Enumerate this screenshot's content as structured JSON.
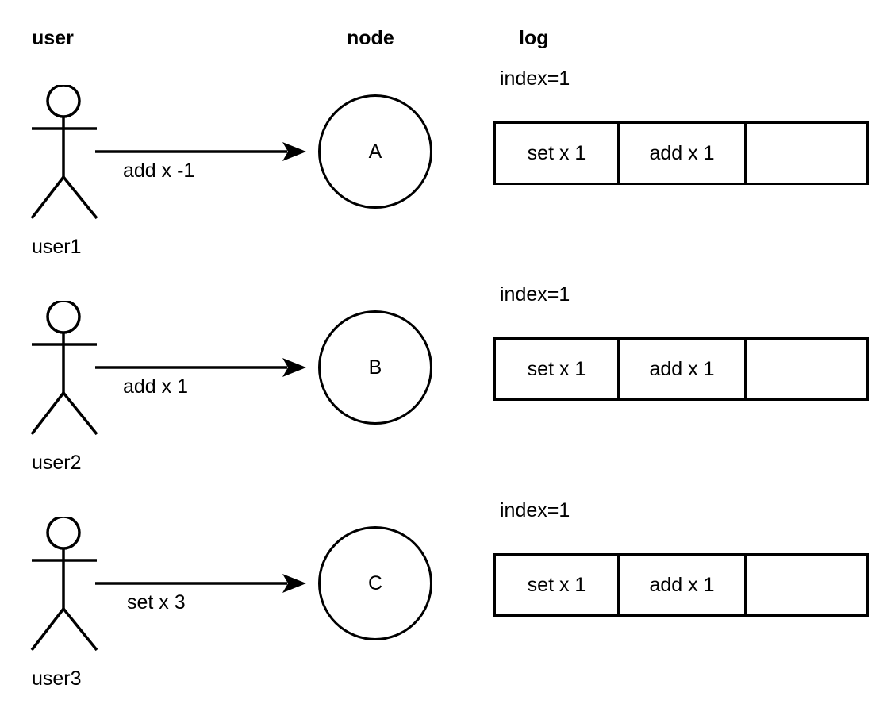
{
  "headers": {
    "user": "user",
    "node": "node",
    "log": "log"
  },
  "rows": [
    {
      "actor_label": "user1",
      "message": "add x -1",
      "node_label": "A",
      "log": {
        "index_label": "index=1",
        "cells": [
          "set x 1",
          "add x 1",
          ""
        ]
      }
    },
    {
      "actor_label": "user2",
      "message": "add x 1",
      "node_label": "B",
      "log": {
        "index_label": "index=1",
        "cells": [
          "set x 1",
          "add x 1",
          ""
        ]
      }
    },
    {
      "actor_label": "user3",
      "message": "set x 3",
      "node_label": "C",
      "log": {
        "index_label": "index=1",
        "cells": [
          "set x 1",
          "add x 1",
          ""
        ]
      }
    }
  ],
  "colors": {
    "stroke": "#000000",
    "background": "#ffffff",
    "text": "#000000"
  }
}
